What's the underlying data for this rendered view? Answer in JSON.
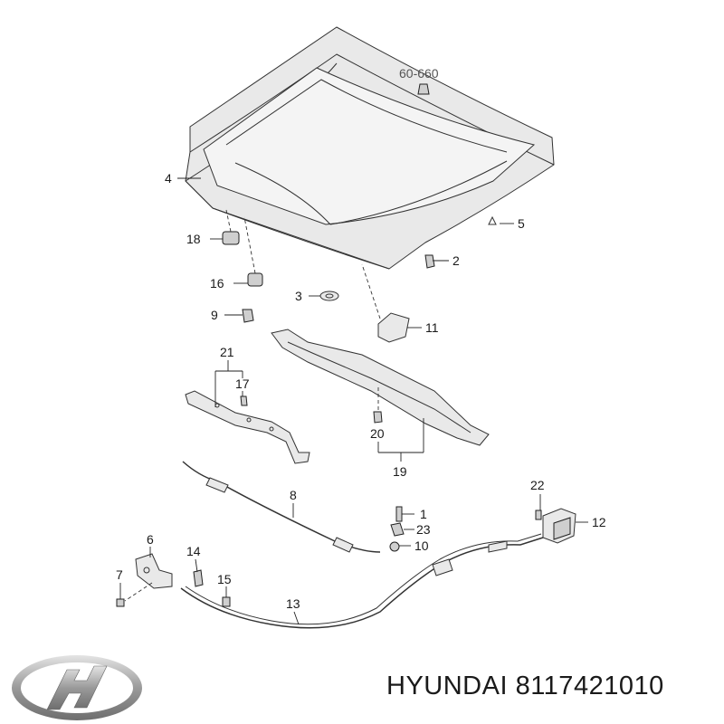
{
  "ref_code": "60-660",
  "callouts": {
    "n1": "1",
    "n2": "2",
    "n3": "3",
    "n4": "4",
    "n5": "5",
    "n6": "6",
    "n7": "7",
    "n8": "8",
    "n9": "9",
    "n10": "10",
    "n11": "11",
    "n12": "12",
    "n13": "13",
    "n14": "14",
    "n15": "15",
    "n16": "16",
    "n17": "17",
    "n18": "18",
    "n19": "19",
    "n20": "20",
    "n21": "21",
    "n22": "22",
    "n23": "23"
  },
  "caption": {
    "brand": "HYUNDAI",
    "part_number": "8117421010"
  },
  "logo": {
    "name": "hyundai-logo"
  }
}
